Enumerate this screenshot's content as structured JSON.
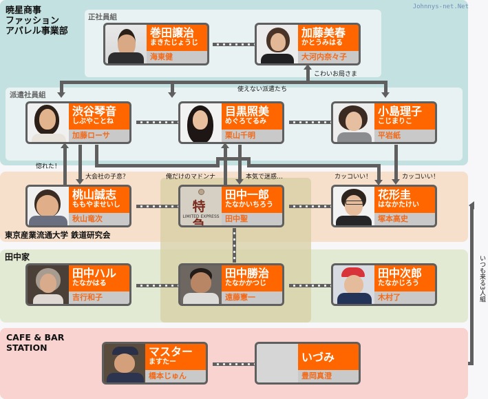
{
  "watermark": "Johnnys-net.Net",
  "groups": {
    "company": "暁星商事\nファッション\nアパレル事業部",
    "regular": "正社員組",
    "temp": "派遣社員組",
    "univ": "東京産業流通大学 鉄道研究会",
    "tanaka": "田中家",
    "cafe": "CAFE & BAR\nSTATION"
  },
  "colors": {
    "name_bg": "#ff6600",
    "actor_bg": "#c9c9c9",
    "actor_text": "#f26a1b",
    "card_frame": "#5f5f5f"
  },
  "characters": [
    {
      "id": "makita",
      "name": "巻田譲治",
      "kana": "まきたじょうじ",
      "actor": "海東健"
    },
    {
      "id": "kato",
      "name": "加藤美春",
      "kana": "かとうみはる",
      "actor": "大河内奈々子"
    },
    {
      "id": "shibuya",
      "name": "渋谷琴音",
      "kana": "しぶやことね",
      "actor": "加藤ローサ"
    },
    {
      "id": "meguro",
      "name": "目黒照美",
      "kana": "めぐろてるみ",
      "actor": "栗山千明"
    },
    {
      "id": "kojima",
      "name": "小島理子",
      "kana": "こじまりこ",
      "actor": "平岩紙"
    },
    {
      "id": "momoyama",
      "name": "桃山誠志",
      "kana": "ももやませいし",
      "actor": "秋山竜次"
    },
    {
      "id": "ichiro",
      "name": "田中一郎",
      "kana": "たなかいちろう",
      "actor": "田中聖",
      "photo_text": "特 急",
      "photo_sub": "LIMITED EXPRESS"
    },
    {
      "id": "hanagata",
      "name": "花形圭",
      "kana": "はなかたけい",
      "actor": "塚本高史"
    },
    {
      "id": "haru",
      "name": "田中ハル",
      "kana": "たなかはる",
      "actor": "吉行和子"
    },
    {
      "id": "katsuji",
      "name": "田中勝治",
      "kana": "たなかかつじ",
      "actor": "遠藤憲一"
    },
    {
      "id": "jiro",
      "name": "田中次郎",
      "kana": "たなかじろう",
      "actor": "木村了"
    },
    {
      "id": "master",
      "name": "マスター",
      "kana": "ますたー",
      "actor": "橋本じゅん"
    },
    {
      "id": "izumi",
      "name": "いづみ",
      "kana": "",
      "actor": "豊岡真澄"
    }
  ],
  "relations": {
    "kowai": "こわいお局さま",
    "tsukaenai": "使えない派遣たち",
    "horeta": "惚れた！",
    "daigaisha": "大会社の子息？",
    "oredake": "俺だけのマドンナ",
    "honki": "本気で迷惑…",
    "kakkoii1": "カッコいい！",
    "kakkoii2": "カッコいい！",
    "itsumo": "いつも来る3人組"
  }
}
